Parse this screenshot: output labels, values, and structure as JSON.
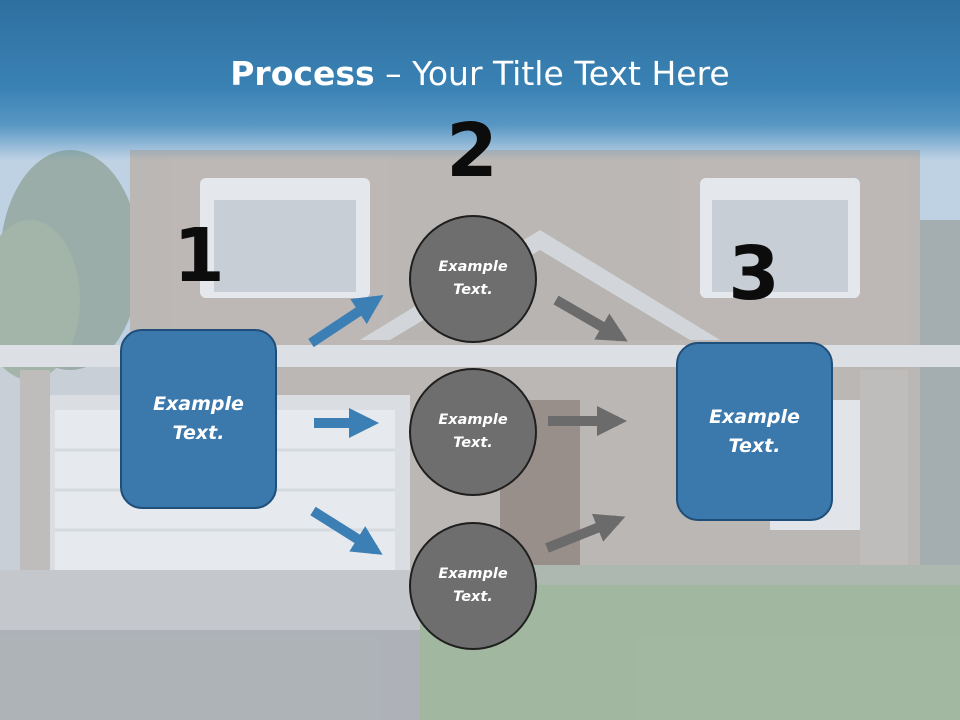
{
  "slide": {
    "title_bold": "Process",
    "title_rest": " – Your Title Text Here"
  },
  "steps": {
    "one": "1",
    "two": "2",
    "three": "3"
  },
  "nodes": {
    "left_box": "Example Text.",
    "circle_top": "Example Text.",
    "circle_middle": "Example Text.",
    "circle_bottom": "Example Text.",
    "right_box": "Example Text."
  },
  "colors": {
    "title_band": "#3a82b4",
    "box_fill": "#3b78ac",
    "box_border": "#1f4e79",
    "circle_fill": "#6e6e6e",
    "blue_arrow": "#3b7fb5",
    "gray_arrow": "#6b6b6b"
  }
}
